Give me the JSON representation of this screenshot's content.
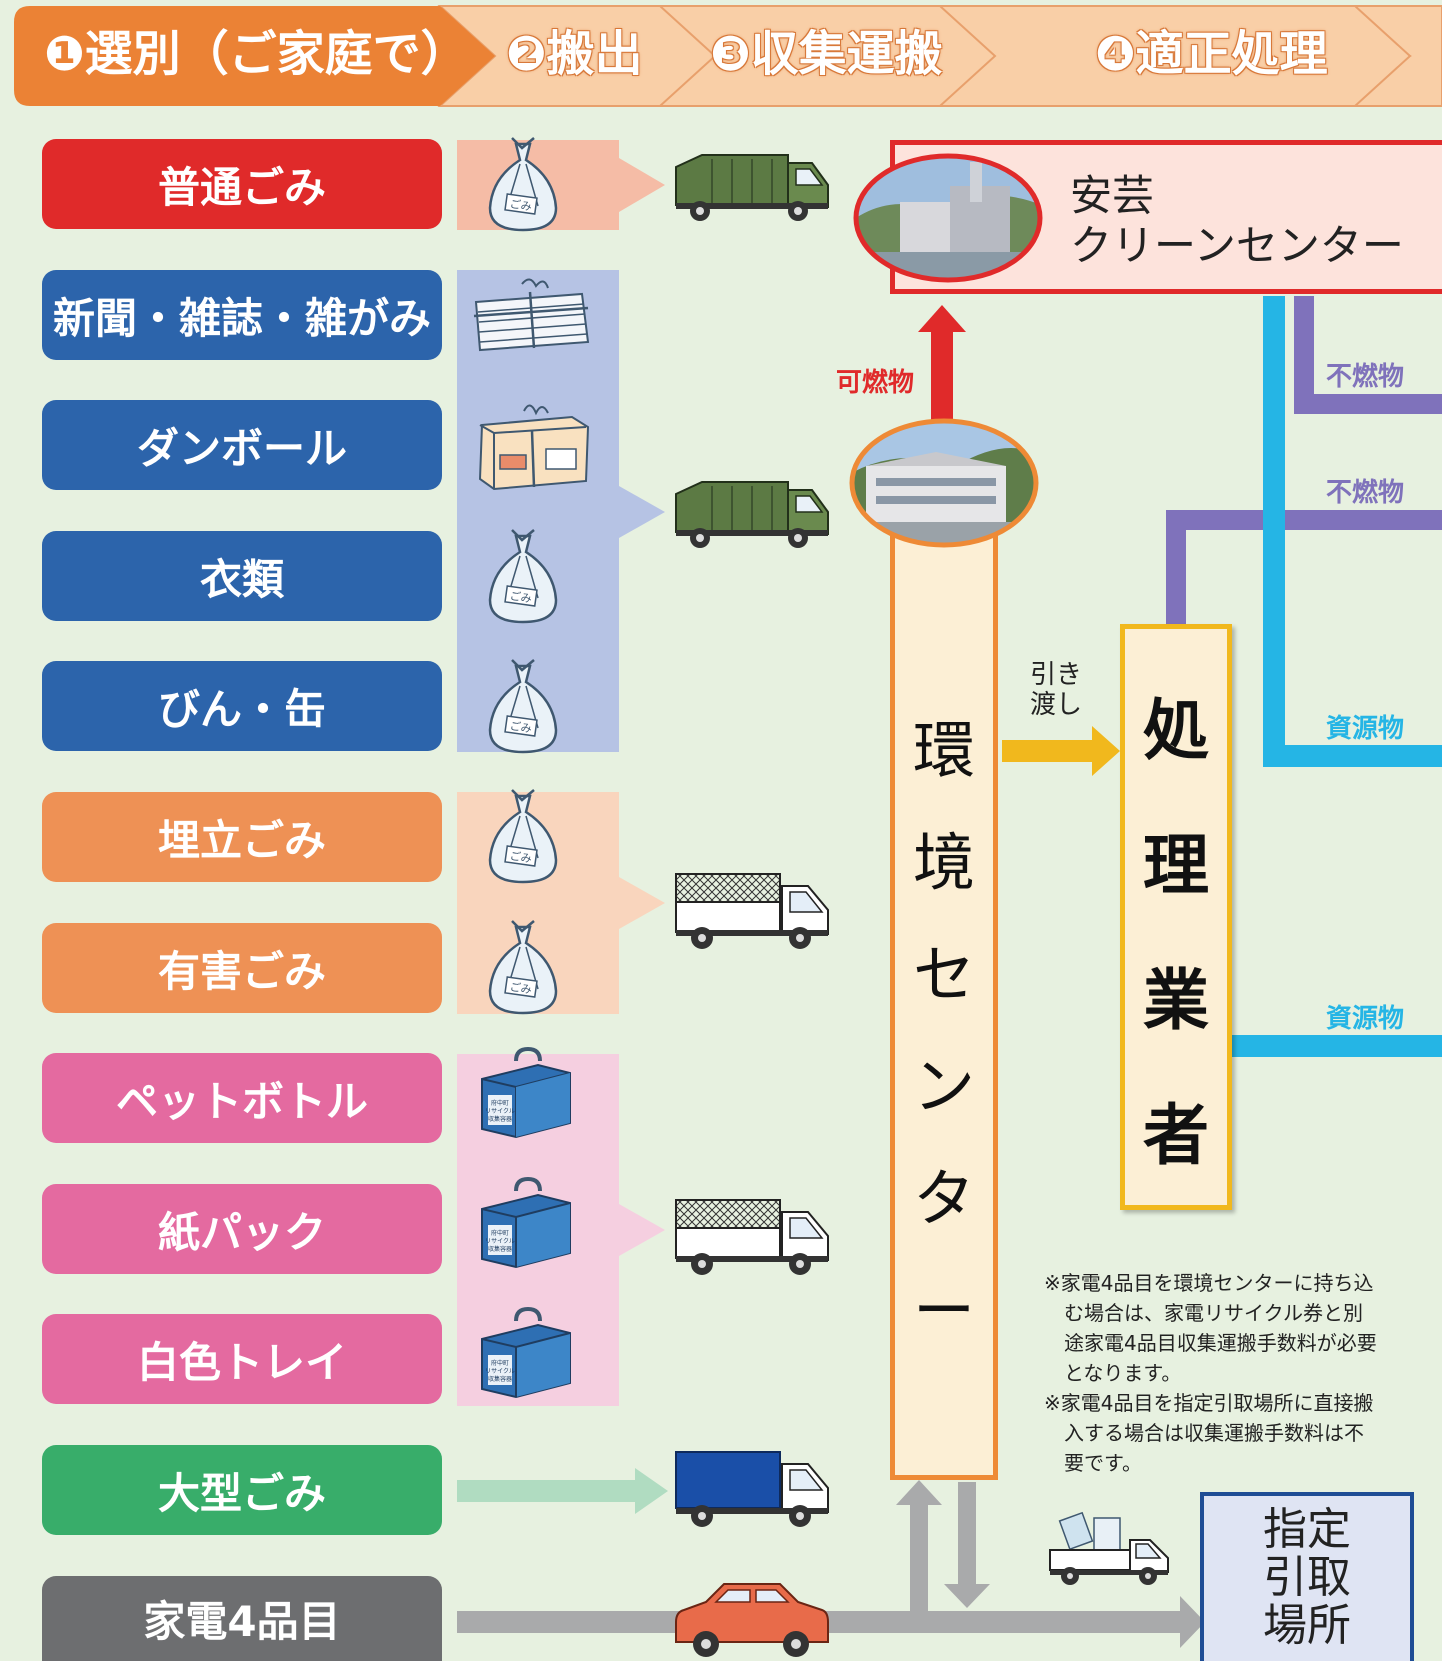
{
  "steps": [
    {
      "label": "❶選別（ご家庭で）"
    },
    {
      "label": "❷搬出"
    },
    {
      "label": "❸収集運搬"
    },
    {
      "label": "❹適正処理"
    }
  ],
  "categories": [
    {
      "label": "普通ごみ",
      "color": "#e02a2a"
    },
    {
      "label": "新聞・雑誌・雑がみ",
      "color": "#2c64ab"
    },
    {
      "label": "ダンボール",
      "color": "#2c64ab"
    },
    {
      "label": "衣類",
      "color": "#2c64ab"
    },
    {
      "label": "びん・缶",
      "color": "#2c64ab"
    },
    {
      "label": "埋立ごみ",
      "color": "#ee9155"
    },
    {
      "label": "有害ごみ",
      "color": "#ee9155"
    },
    {
      "label": "ペットボトル",
      "color": "#e46aa0"
    },
    {
      "label": "紙パック",
      "color": "#e46aa0"
    },
    {
      "label": "白色トレイ",
      "color": "#e46aa0"
    },
    {
      "label": "大型ごみ",
      "color": "#38ad6a"
    },
    {
      "label": "家電4品目",
      "color": "#6d6e70"
    }
  ],
  "bag_text": "ごみ",
  "container_text": "府中町\nリサイクル\n収集容器",
  "facilities": {
    "aki": {
      "line1": "安芸",
      "line2": "クリーンセンター"
    },
    "kankyo": "環境センター",
    "gyosha": "処理業者",
    "shitei": {
      "line1": "指定",
      "line2": "引取",
      "line3": "場所"
    }
  },
  "flow_labels": {
    "kanensei": "可燃物",
    "funen1": "不燃物",
    "funen2": "不燃物",
    "shigen1": "資源物",
    "shigen2": "資源物",
    "hikiwatashi_1": "引き",
    "hikiwatashi_2": "渡し"
  },
  "notes": [
    {
      "line1": "※家電4品目を環境センターに持ち込",
      "line2": "む場合は、家電リサイクル券と別",
      "line3": "途家電4品目収集運搬手数料が必要",
      "line4": "となります。"
    },
    {
      "line1": "※家電4品目を指定引取場所に直接搬",
      "line2": "入する場合は収集運搬手数料は不",
      "line3": "要です。"
    }
  ],
  "colors": {
    "header_active": "#eb8235",
    "header_inactive": "#f9cfa7",
    "panel_red": "#f5bca6",
    "panel_blue": "#b6c3e4",
    "panel_orange": "#f9d5bd",
    "panel_pink": "#f5cfe0",
    "arrow_red": "#e02a2a",
    "arrow_yellow": "#f1b81d",
    "line_purple": "#7f72bb",
    "line_cyan": "#25b5e5",
    "arrow_gray": "#a9aaab",
    "facility_cream": "#fcefd5",
    "facility_border_orange": "#ee8a36",
    "facility_border_yellow": "#f1b81d",
    "facility_border_red": "#e02a2a",
    "facility_border_navy": "#1f4d95"
  }
}
